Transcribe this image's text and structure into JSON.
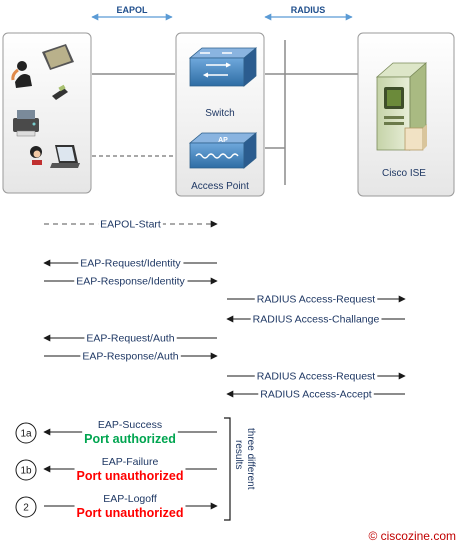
{
  "header": {
    "eapol_label": "EAPOL",
    "radius_label": "RADIUS"
  },
  "devices": {
    "switch_label": "Switch",
    "ap_label": "Access Point",
    "ap_badge": "AP",
    "server_label": "Cisco ISE"
  },
  "messages": [
    {
      "id": "eapol-start",
      "text": "EAPOL-Start",
      "direction": "right",
      "style": "dashed"
    },
    {
      "id": "eap-request-identity",
      "text": "EAP-Request/Identity",
      "direction": "left",
      "style": "solid"
    },
    {
      "id": "eap-response-identity",
      "text": "EAP-Response/Identity",
      "direction": "right",
      "style": "solid"
    },
    {
      "id": "radius-access-request-1",
      "text": "RADIUS Access-Request",
      "direction": "right",
      "style": "solid"
    },
    {
      "id": "radius-access-challange",
      "text": "RADIUS Access-Challange",
      "direction": "left",
      "style": "solid"
    },
    {
      "id": "eap-request-auth",
      "text": "EAP-Request/Auth",
      "direction": "left",
      "style": "solid"
    },
    {
      "id": "eap-response-auth",
      "text": "EAP-Response/Auth",
      "direction": "right",
      "style": "solid"
    },
    {
      "id": "radius-access-request-2",
      "text": "RADIUS Access-Request",
      "direction": "right",
      "style": "solid"
    },
    {
      "id": "radius-access-accept",
      "text": "RADIUS Access-Accept",
      "direction": "left",
      "style": "solid"
    }
  ],
  "results": [
    {
      "badge": "1a",
      "text": "EAP-Success",
      "status": "Port authorized",
      "status_color": "#00a550",
      "direction": "left"
    },
    {
      "badge": "1b",
      "text": "EAP-Failure",
      "status": "Port unauthorized",
      "status_color": "#ff0000",
      "direction": "left"
    },
    {
      "badge": "2",
      "text": "EAP-Logoff",
      "status": "Port unauthorized",
      "status_color": "#ff0000",
      "direction": "right"
    }
  ],
  "results_note": "three different results",
  "results_note_lines": [
    "three different",
    "results"
  ],
  "footer": {
    "copyright": "© ciscozine.com"
  },
  "colors": {
    "text": "#1f3864",
    "header_arrow": "#5b9bd5",
    "header_text": "#1f4e8c",
    "authorized": "#00a550",
    "unauthorized": "#ff0000",
    "copyright": "#c00000"
  }
}
